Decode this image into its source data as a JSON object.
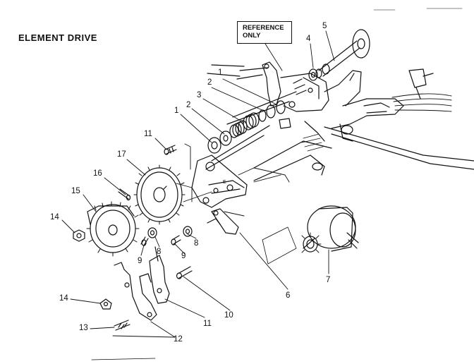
{
  "title": "ELEMENT DRIVE",
  "reference_box": {
    "line1": "REFERENCE",
    "line2": "ONLY"
  },
  "callouts": {
    "c1a": "1",
    "c1b": "1",
    "c2a": "2",
    "c2b": "2",
    "c3": "3",
    "c4": "4",
    "c5": "5",
    "c6": "6",
    "c7": "7",
    "c8a": "8",
    "c8b": "8",
    "c9a": "9",
    "c9b": "9",
    "c10": "10",
    "c11a": "11",
    "c11b": "11",
    "c12": "12",
    "c13": "13",
    "c14a": "14",
    "c14b": "14",
    "c15": "15",
    "c16": "16",
    "c17": "17"
  },
  "colors": {
    "ink": "#111111",
    "paper": "#ffffff"
  }
}
